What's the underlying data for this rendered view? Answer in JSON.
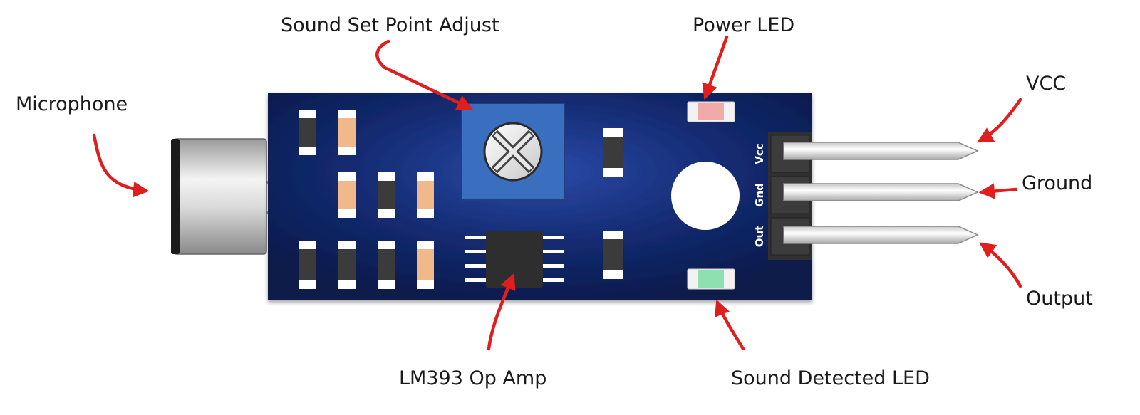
{
  "labels": {
    "sound_set_point_adjust": "Sound Set Point Adjust",
    "power_led": "Power LED",
    "microphone": "Microphone",
    "vcc": "VCC",
    "ground": "Ground",
    "output": "Output",
    "lm393_op_amp": "LM393 Op Amp",
    "sound_detected_led": "Sound Detected LED"
  },
  "pins": {
    "vcc": "Vcc",
    "gnd": "Gnd",
    "out": "Out"
  },
  "colors": {
    "pcb": "#0c1d52",
    "arrow": "#e01e1e",
    "trimmer": "#3a6fc0",
    "resistor": "#f1b98a",
    "capacitor": "#3b3b3b",
    "power_led": "#f2a9a9",
    "detect_led": "#8fe0b0"
  }
}
